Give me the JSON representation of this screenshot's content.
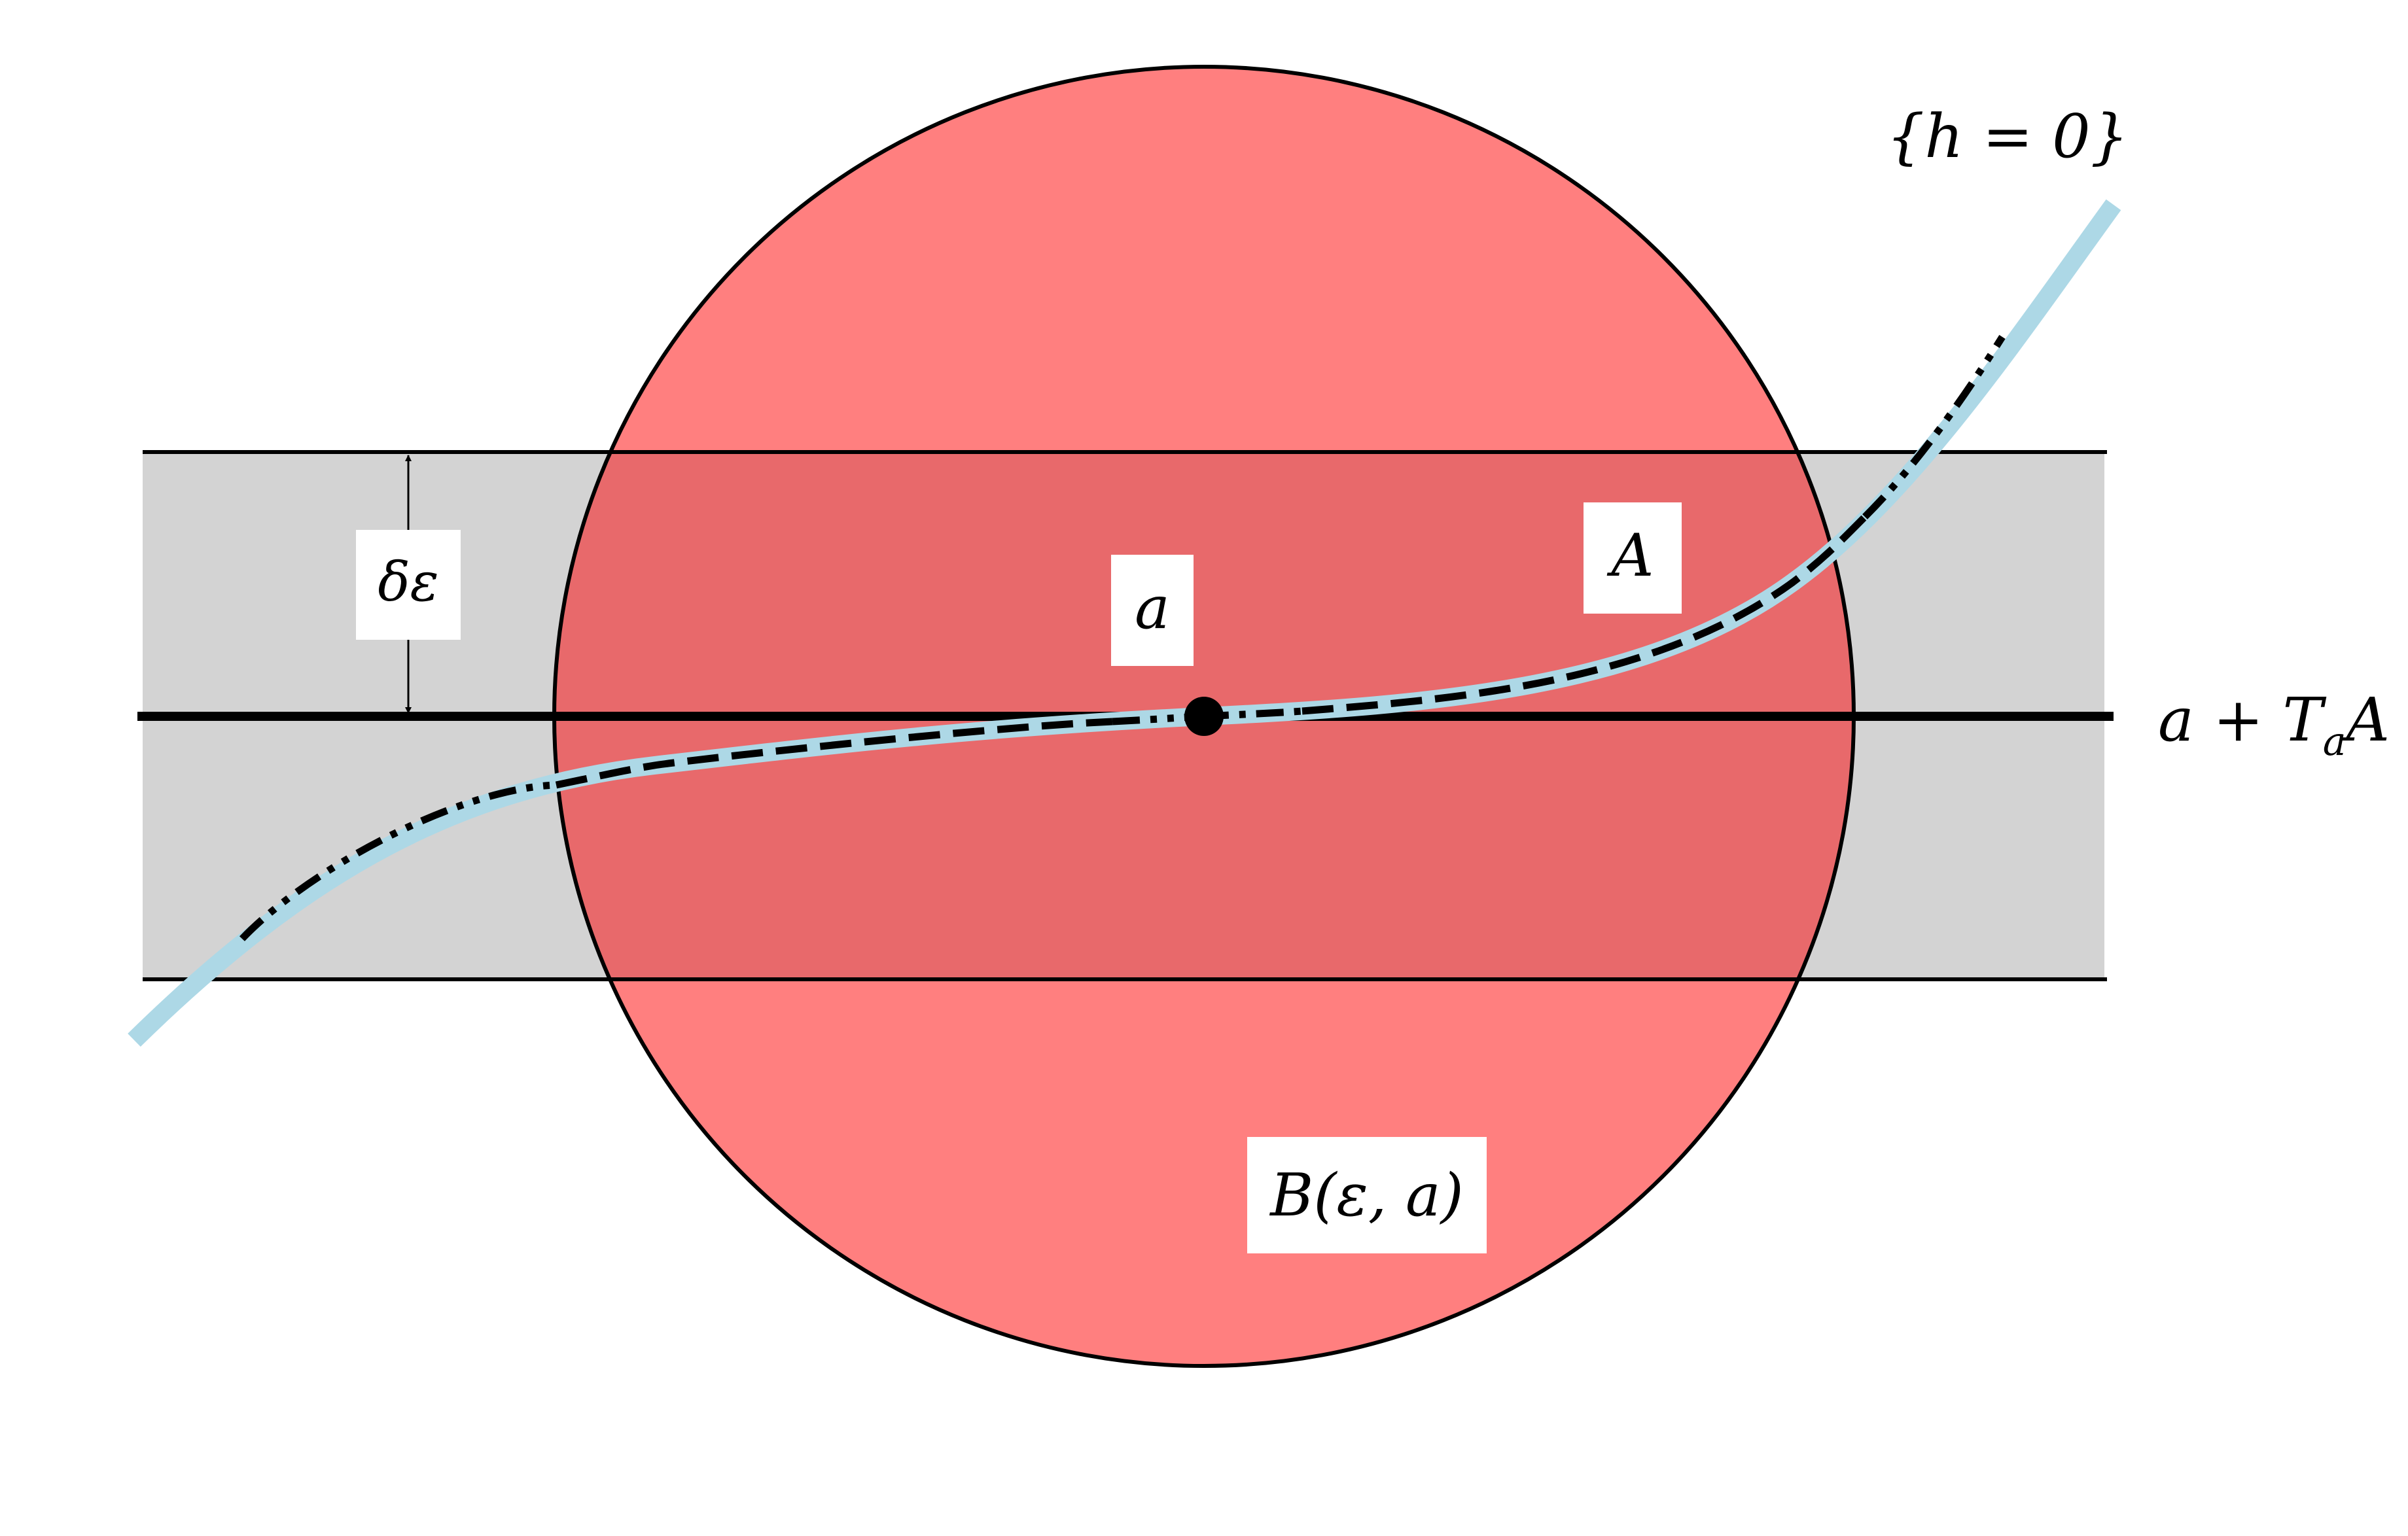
{
  "labels": {
    "curve": "{h = 0}",
    "tangent": "a + T",
    "tangent_sub": "a",
    "tangent_tail": "A",
    "point": "a",
    "set": "A",
    "ball": "B(ε, a)",
    "width": "δε"
  },
  "colors": {
    "ball": "#ff7f7f",
    "band": "#d3d3d3",
    "overlap": "#e8696b",
    "curve": "#add8e6",
    "ink": "#000000"
  }
}
